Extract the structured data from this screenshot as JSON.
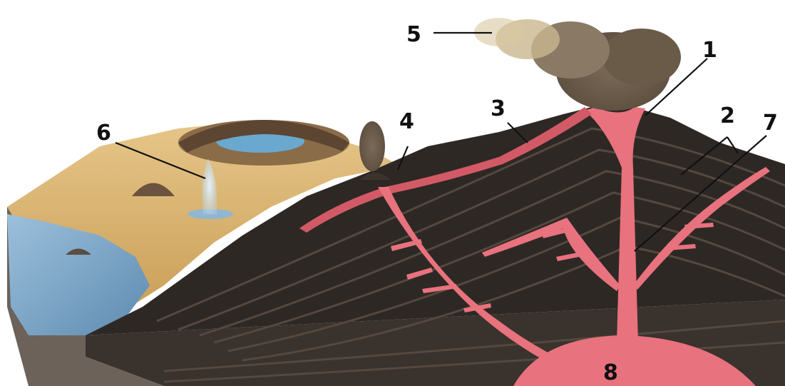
{
  "labels": [
    {
      "id": "1",
      "text": "1"
    },
    {
      "id": "2",
      "text": "2"
    },
    {
      "id": "3",
      "text": "3"
    },
    {
      "id": "4",
      "text": "4"
    },
    {
      "id": "5",
      "text": "5"
    },
    {
      "id": "6",
      "text": "6"
    },
    {
      "id": "7",
      "text": "7"
    },
    {
      "id": "8",
      "text": "8"
    }
  ],
  "colors": {
    "magma": "#e8727d",
    "rock_dark": "#2b2623",
    "rock_layer": "#4a403a",
    "sand": "#d9b26a",
    "water": "#7fa9c9",
    "ash": "#6b5d4c",
    "background": "#ffffff"
  }
}
